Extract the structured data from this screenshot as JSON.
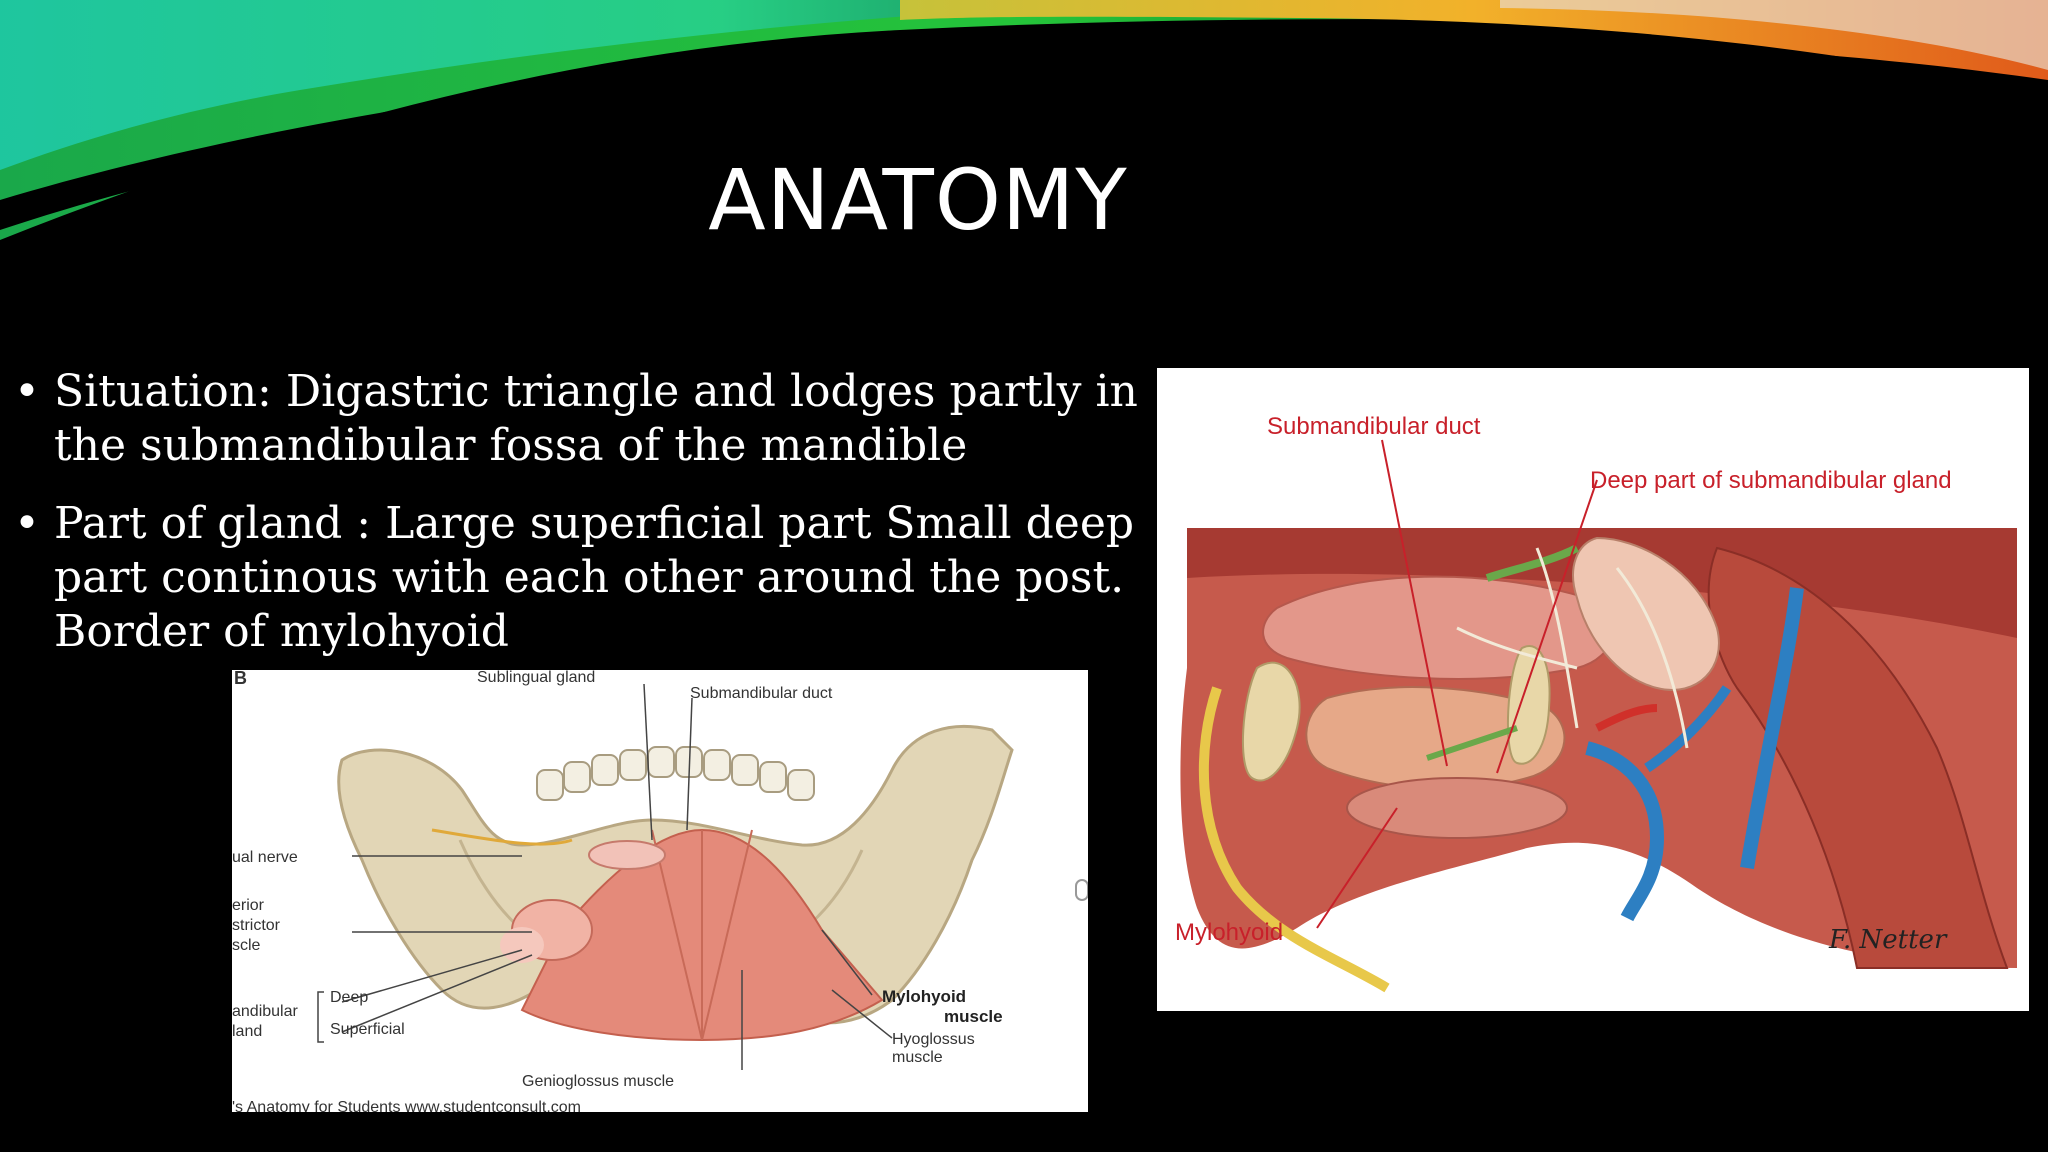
{
  "slide": {
    "title": "ANATOMY",
    "bullets": [
      "Situation: Digastric triangle and lodges partly in the submandibular fossa of the mandible",
      "Part of gland : Large superficial part Small deep part continous with each other around the post. Border of mylohyoid"
    ]
  },
  "figure_left": {
    "panel_letter": "B",
    "labels": {
      "sublingual_gland": "Sublingual gland",
      "submandibular_duct": "Submandibular duct",
      "lingual_nerve": "ual nerve",
      "constrictor_1": "erior",
      "constrictor_2": "strictor",
      "constrictor_3": "scle",
      "gland_1": "andibular",
      "gland_2": "land",
      "deep": "Deep",
      "superficial": "Superficial",
      "mylohyoid_1": "Mylohyoid",
      "mylohyoid_2": "muscle",
      "hyoglossus_1": "Hyoglossus",
      "hyoglossus_2": "muscle",
      "genioglossus": "Genioglossus muscle",
      "credit": "'s Anatomy for Students www.studentconsult.com"
    }
  },
  "figure_right": {
    "labels": {
      "submandibular_duct": "Submandibular duct",
      "deep_part": "Deep part of submandibular gland",
      "mylohyoid": "Mylohyoid",
      "signature": "F. Netter"
    }
  },
  "colors": {
    "background": "#000000",
    "text": "#ffffff",
    "label_red": "#c8202a",
    "label_dark": "#333333"
  }
}
